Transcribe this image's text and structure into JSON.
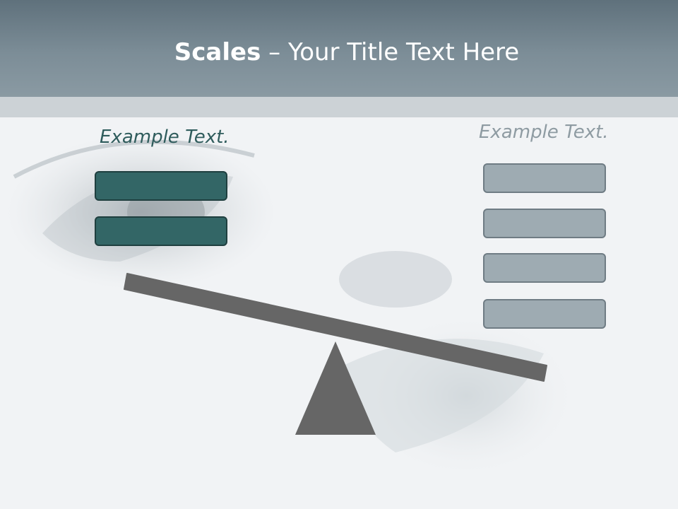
{
  "slide": {
    "title_bold": "Scales",
    "title_rest": " – Your Title Text Here",
    "left_label": "Example Text.",
    "right_label": "Example Text."
  },
  "diagram": {
    "left_boxes": 2,
    "right_boxes": 4,
    "colors": {
      "left_box": "#336666",
      "right_box": "#9eabb2",
      "beam": "#666666",
      "fulcrum": "#666666",
      "header": "#7c8d97"
    }
  }
}
